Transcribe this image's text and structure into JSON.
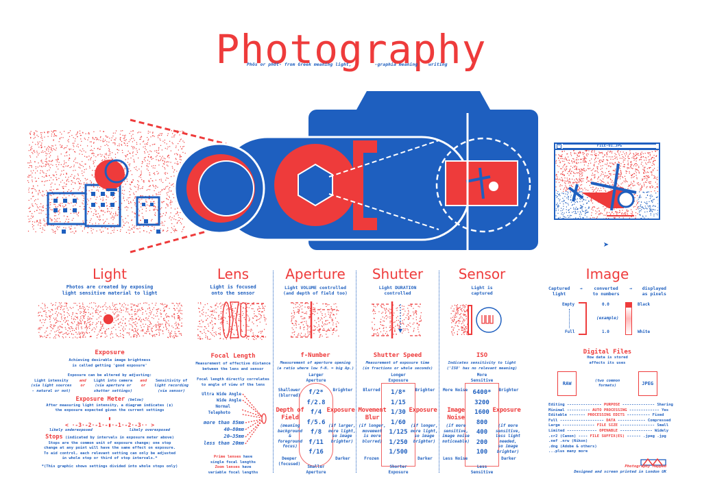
{
  "title": "Photography",
  "subtitle": {
    "part1": "Phōs or phōt- from Greek meaning light,",
    "part2": "-graphia meaning",
    "part3": "writing"
  },
  "colors": {
    "red": "#ee3b3b",
    "blue": "#1e5fbf"
  },
  "file_window": {
    "title": "FILE-01.JPG",
    "close_icon": "close-icon"
  },
  "cursor_icon": "pointer-cursor-icon",
  "light": {
    "heading": "Light",
    "intro": [
      "Photos are created by exposing",
      "light sensitive material to light"
    ],
    "exposure_title": "Exposure",
    "exposure_desc": [
      "Achieving desirable image brightness",
      "is called getting 'good exposure'"
    ],
    "adjust_intro": "Exposure can be altered by adjusting:",
    "factors": [
      {
        "label": "Light intensity",
        "note": [
          "(via light sources",
          "- natural or not)"
        ]
      },
      {
        "label": "Light into camera",
        "note": [
          "(via aperture or",
          "shutter settings)"
        ]
      },
      {
        "label": "Sensitivity of",
        "note": [
          "light recording",
          "(via sensor)"
        ]
      }
    ],
    "andor": "and or",
    "meter_title": "Exposure Meter",
    "meter_note": "(below)",
    "meter_desc": [
      "After measuring light intensity, a diagram indicates (▮)",
      "the exposure expected given the current settings"
    ],
    "meter_scale": "< ·-3·-2·-1·-▮·-1·-2·-3·· >",
    "under": "likely underexposed",
    "over": "likely overexposed",
    "stops_title": "Stops",
    "stops_note": "(indicated by intervals in exposure meter above)",
    "stops_desc": [
      "Stops are the common unit of exposure change; one stop",
      "change at any point will have the same effect on exposure.",
      "To aid control, each relevant setting can only be adjusted",
      "in whole stop or third of stop intervals.*"
    ],
    "footnote": "*(This graphic shows settings divided into whole stops only)"
  },
  "lens": {
    "heading": "Lens",
    "intro": [
      "Light is focused",
      "onto the sensor"
    ],
    "sub_title": "Focal Length",
    "desc": [
      "Measurement of effective distance",
      "between the lens and sensor"
    ],
    "desc2": [
      "Focal length directly correlates",
      "to angle of view of the lens"
    ],
    "angles": [
      "Ultra Wide Angle",
      "Wide Angle",
      "Normal",
      "Telephoto"
    ],
    "lengths": [
      "more than 85mm",
      "40–80mm",
      "20–35mm",
      "less than 20mm"
    ],
    "prime": "Prime lenses",
    "prime_rest": "have",
    "prime_line2": "single focal lengths",
    "zoom": "Zoom lenses",
    "zoom_rest": "have",
    "zoom_line2": "variable focal lengths"
  },
  "aperture": {
    "heading": "Aperture",
    "intro": [
      "Light VOLUME controlled",
      "(and depth of field too)"
    ],
    "sub_title": "f-Number",
    "desc": [
      "Measurement of aperture opening",
      "(a ratio where low f-N. = big Ap.)"
    ],
    "top": [
      "Larger",
      "Aperture"
    ],
    "bottom": [
      "Smaller",
      "Aperture"
    ],
    "scale": [
      "f/2*",
      "f/2.8",
      "f/4",
      "f/5.6",
      "f/8",
      "f/11",
      "f/16"
    ],
    "left_top": [
      "Shallower",
      "(blurred)"
    ],
    "left_big": [
      "Depth of",
      "Field"
    ],
    "left_note": [
      "(meaning",
      "background",
      "& foreground",
      "focus)"
    ],
    "left_bottom": [
      "Deeper",
      "(focused)"
    ],
    "right_top": "Brighter",
    "right_big": "Exposure",
    "right_note": [
      "(if larger,",
      "more light,",
      "so image",
      "brighter)"
    ],
    "right_bottom": "Darker"
  },
  "shutter": {
    "heading": "Shutter",
    "intro": [
      "Light DURATION",
      "controlled"
    ],
    "sub_title": "Shutter Speed",
    "desc": [
      "Measurement of exposure time",
      "(in fractions or whole seconds)"
    ],
    "top": [
      "Longer",
      "Exposure"
    ],
    "bottom": [
      "Shorter",
      "Exposure"
    ],
    "scale": [
      "1/8*",
      "1/15",
      "1/30",
      "1/60",
      "1/125",
      "1/250",
      "1/500"
    ],
    "left_top": "Blurred",
    "left_big": [
      "Movement",
      "Blur"
    ],
    "left_note": [
      "(if longer,",
      "movement",
      "is more",
      "blurred)"
    ],
    "left_bottom": "Frozen",
    "right_top": "Brighter",
    "right_big": "Exposure",
    "right_note": [
      "(if longer,",
      "more light,",
      "so image",
      "brighter)"
    ],
    "right_bottom": "Darker"
  },
  "sensor": {
    "heading": "Sensor",
    "intro": [
      "Light is",
      "captured"
    ],
    "sub_title": "ISO",
    "desc": [
      "Indicates sensitivity to light",
      "('ISO' has no relevant meaning)"
    ],
    "top": [
      "More",
      "Sensitive"
    ],
    "bottom": [
      "Less",
      "Sensitive"
    ],
    "scale": [
      "6400*",
      "3200",
      "1600",
      "800",
      "400",
      "200",
      "100"
    ],
    "left_top": "More Noise",
    "left_big": [
      "Image",
      "Noise"
    ],
    "left_note": [
      "(if more",
      "sensitive,",
      "image noise",
      "noticeable)"
    ],
    "left_bottom": "Less Noise",
    "right_top": "Brighter",
    "right_big": "Exposure",
    "right_note": [
      "(if more",
      "sensitive,",
      "less light needed,",
      "so image brighter)"
    ],
    "right_bottom": "Darker"
  },
  "image": {
    "heading": "Image",
    "flow": [
      [
        "Captured",
        "light"
      ],
      [
        "converted",
        "to numbers"
      ],
      [
        "displayed",
        "as pixels"
      ]
    ],
    "empty": "Empty",
    "full": "Full",
    "v0": "0.0",
    "v1": "1.0",
    "example": "(example)",
    "black": "Black",
    "white": "White",
    "sub_title": "Digital Files",
    "desc": [
      "How data is stored",
      "affects its uses"
    ],
    "raw": "RAW",
    "jpeg": "JPEG",
    "formats": [
      "(two common",
      "formats)"
    ],
    "table": [
      {
        "left": "Editing ",
        "dash1": "--------------- ",
        "mid": "PURPOSE",
        "dash2": " -------------- ",
        "right": "Sharing"
      },
      {
        "left": "Minimal ",
        "dash1": "---------- ",
        "mid": "AUTO PROCESSING",
        "dash2": " ------------- ",
        "right": "Yes"
      },
      {
        "left": "Editable ",
        "dash1": "------- ",
        "mid": "PROCESSING EDITS",
        "dash2": " ---------- ",
        "right": "Fixed"
      },
      {
        "left": "Full ",
        "dash1": "------------------- ",
        "mid": "DATA",
        "dash2": " ------------ ",
        "right": "Compressed"
      },
      {
        "left": "Large ",
        "dash1": "-------------- ",
        "mid": "FILE SIZE",
        "dash2": " --------------- ",
        "right": "Small"
      },
      {
        "left": "Limited ",
        "dash1": "------------- ",
        "mid": "OPENABLE",
        "dash2": " -------------- ",
        "right": "Widely"
      },
      {
        "left": ".cr2 (Canon) ",
        "dash1": "---- ",
        "mid": "FILE SUFFIX(ES)",
        "dash2": " ------ ",
        "right": ".jpeg .jpg"
      }
    ],
    "extra": [
      ".nef .nrw (Nikon)",
      ".dng (Adobe & others)",
      "...plus many more"
    ],
    "brand": "Photography Mapped",
    "credit": "Designed and screen printed in London UK"
  }
}
